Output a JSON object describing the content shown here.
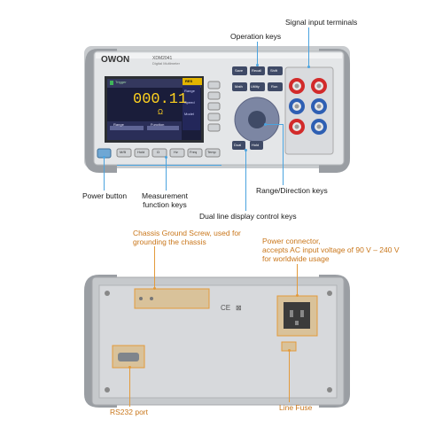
{
  "front": {
    "brand": "OWON",
    "model": "XDM2041",
    "model_sub": "Digital Multimeter",
    "screen": {
      "trigger": "Trigger",
      "value": "000.11",
      "unit": "Ω",
      "bottom_left": "Range",
      "bottom_right": "Function",
      "res_tag": "RES",
      "menu": [
        "Range",
        "Speed",
        "Model"
      ]
    },
    "func_keys": [
      "M/B",
      "Hold",
      "Ω",
      "Hz",
      "Freq",
      "Temp"
    ],
    "op_keys": [
      "Save",
      "Recall",
      "Shift",
      "Math",
      "Utility",
      "Run"
    ],
    "dual_keys": [
      "Dual",
      "Hold"
    ]
  },
  "labels": {
    "signal_input": "Signal input terminals",
    "operation": "Operation keys",
    "power_button": "Power button",
    "measurement": "Measurement\nfunction keys",
    "range_direction": "Range/Direction keys",
    "dual_line": "Dual line display control keys",
    "chassis_ground": "Chassis Ground Screw, used for\ngrounding the chassis",
    "power_connector": "Power connector,\naccepts AC input voltage of 90 V – 240 V\nfor worldwide usage",
    "rs232": "RS232 port",
    "line_fuse": "Line Fuse"
  },
  "colors": {
    "callout_blue": "#4aa3df",
    "callout_orange": "#e39a3b",
    "bumper": "#9a9ea3",
    "panel": "#e4e6e8",
    "screen_bg": "#1a1d3a",
    "value_yellow": "#ffd21f"
  }
}
